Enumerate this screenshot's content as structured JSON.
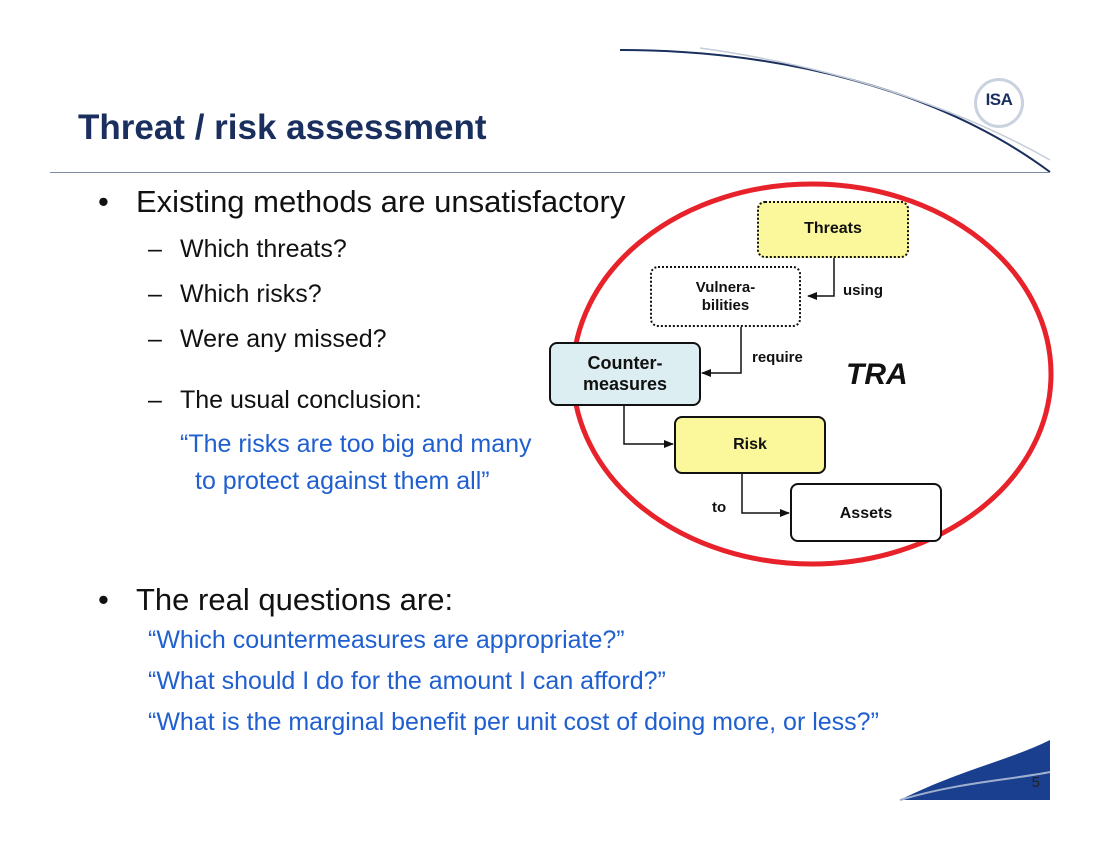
{
  "slide": {
    "title": "Threat / risk assessment",
    "page_number": "5"
  },
  "logo": {
    "text": "ISA"
  },
  "bullets": [
    {
      "marker": "•",
      "text": "Existing methods are unsatisfactory",
      "subitems": [
        {
          "marker": "–",
          "text": "Which threats?"
        },
        {
          "marker": "–",
          "text": "Which risks?"
        },
        {
          "marker": "–",
          "text": "Were any missed?"
        },
        {
          "marker": "–",
          "text": "The usual conclusion:"
        }
      ],
      "quote_lines": [
        "“The risks are too big and many",
        "to protect against them all”"
      ]
    },
    {
      "marker": "•",
      "text": "The real questions are:",
      "quote_lines": [
        "“Which countermeasures are appropriate?”",
        "“What should I do for the amount I can afford?”",
        "“What is the marginal benefit per unit cost of doing more, or less?”"
      ]
    }
  ],
  "diagram": {
    "label": "TRA",
    "nodes": {
      "threats": "Threats",
      "vulnerabilities_line1": "Vulnera-",
      "vulnerabilities_line2": "bilities",
      "countermeasures_line1": "Counter-",
      "countermeasures_line2": "measures",
      "risk": "Risk",
      "assets": "Assets"
    },
    "edges": {
      "using": "using",
      "require": "require",
      "to": "to"
    },
    "colors": {
      "ellipse": "#e8222a",
      "yellow": "#fbf79b",
      "light_blue": "#dceef1",
      "title_blue": "#1a2f5e",
      "quote_blue": "#1f5fcf"
    }
  }
}
